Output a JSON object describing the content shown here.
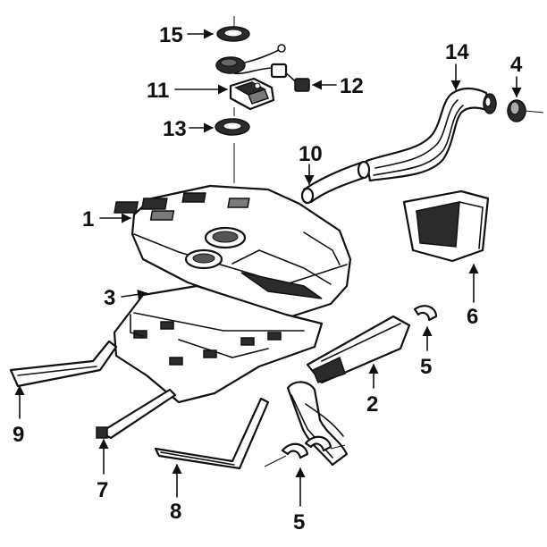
{
  "callouts": [
    {
      "id": "1",
      "text": "1"
    },
    {
      "id": "2",
      "text": "2"
    },
    {
      "id": "3",
      "text": "3"
    },
    {
      "id": "4",
      "text": "4"
    },
    {
      "id": "5a",
      "text": "5"
    },
    {
      "id": "5b",
      "text": "5"
    },
    {
      "id": "6",
      "text": "6"
    },
    {
      "id": "7",
      "text": "7"
    },
    {
      "id": "8",
      "text": "8"
    },
    {
      "id": "9",
      "text": "9"
    },
    {
      "id": "10",
      "text": "10"
    },
    {
      "id": "11",
      "text": "11"
    },
    {
      "id": "12",
      "text": "12"
    },
    {
      "id": "13",
      "text": "13"
    },
    {
      "id": "14",
      "text": "14"
    },
    {
      "id": "15",
      "text": "15"
    }
  ]
}
